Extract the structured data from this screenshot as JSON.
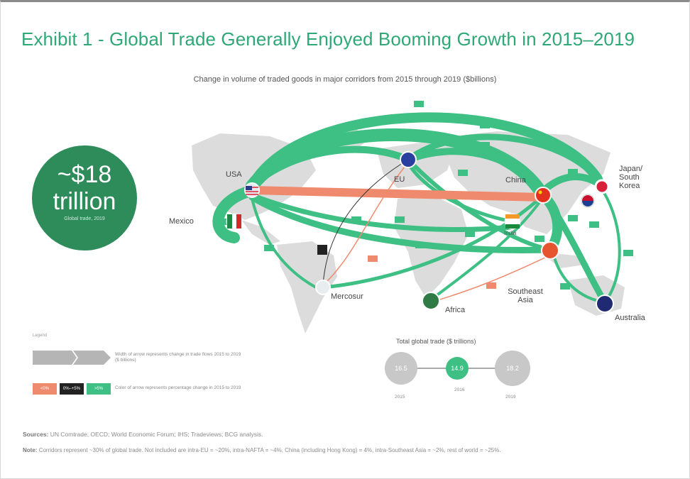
{
  "exhibit": {
    "title": "Exhibit 1 - Global Trade Generally Enjoyed Booming Growth in 2015–2019",
    "subtitle": "Change in volume of traded goods in major corridors from 2015 through 2019 ($billions)"
  },
  "headline": {
    "value": "~$18",
    "unit": "trillion",
    "caption": "Global trade, 2019"
  },
  "regions": [
    {
      "name": "USA"
    },
    {
      "name": "EU"
    },
    {
      "name": "China"
    },
    {
      "name": "Japan/ South Korea"
    },
    {
      "name": "Mexico"
    },
    {
      "name": "India"
    },
    {
      "name": "Mercosur"
    },
    {
      "name": "Africa"
    },
    {
      "name": "Southeast Asia"
    },
    {
      "name": "Australia"
    }
  ],
  "legend": {
    "heading": "Legend",
    "width_text": "Width of arrow represents change in trade flows 2015 to 2019 ($ billions)",
    "color_text": "Color of arrow represents percentage change in 2015 to 2019",
    "swatches": [
      "<0%",
      "0%–+5%",
      ">5%"
    ]
  },
  "total_trade": {
    "title": "Total global trade ($ trillions)",
    "points": [
      {
        "value": "16.5",
        "year": "2015"
      },
      {
        "value": "14.9",
        "year": "2016"
      },
      {
        "value": "18.2",
        "year": "2019"
      }
    ]
  },
  "colors": {
    "growth_green": "#3ebf84",
    "decline_orange": "#f08a6e",
    "flat_dark": "#222222",
    "title_green": "#2fa877",
    "land_gray": "#dcdcdc"
  },
  "footer": {
    "source_label": "Sources:",
    "source_text": "UN Comtrade; OECD; World Economic Forum; IHS; Tradeviews; BCG analysis.",
    "note_label": "Note:",
    "note_text": "Corridors represent ~30% of global trade. Not included are intra-EU = ~20%, intra-NAFTA = ~4%, China (including Hong Kong) = 4%, intra-Southeast Asia = ~2%, rest of world = ~25%."
  }
}
